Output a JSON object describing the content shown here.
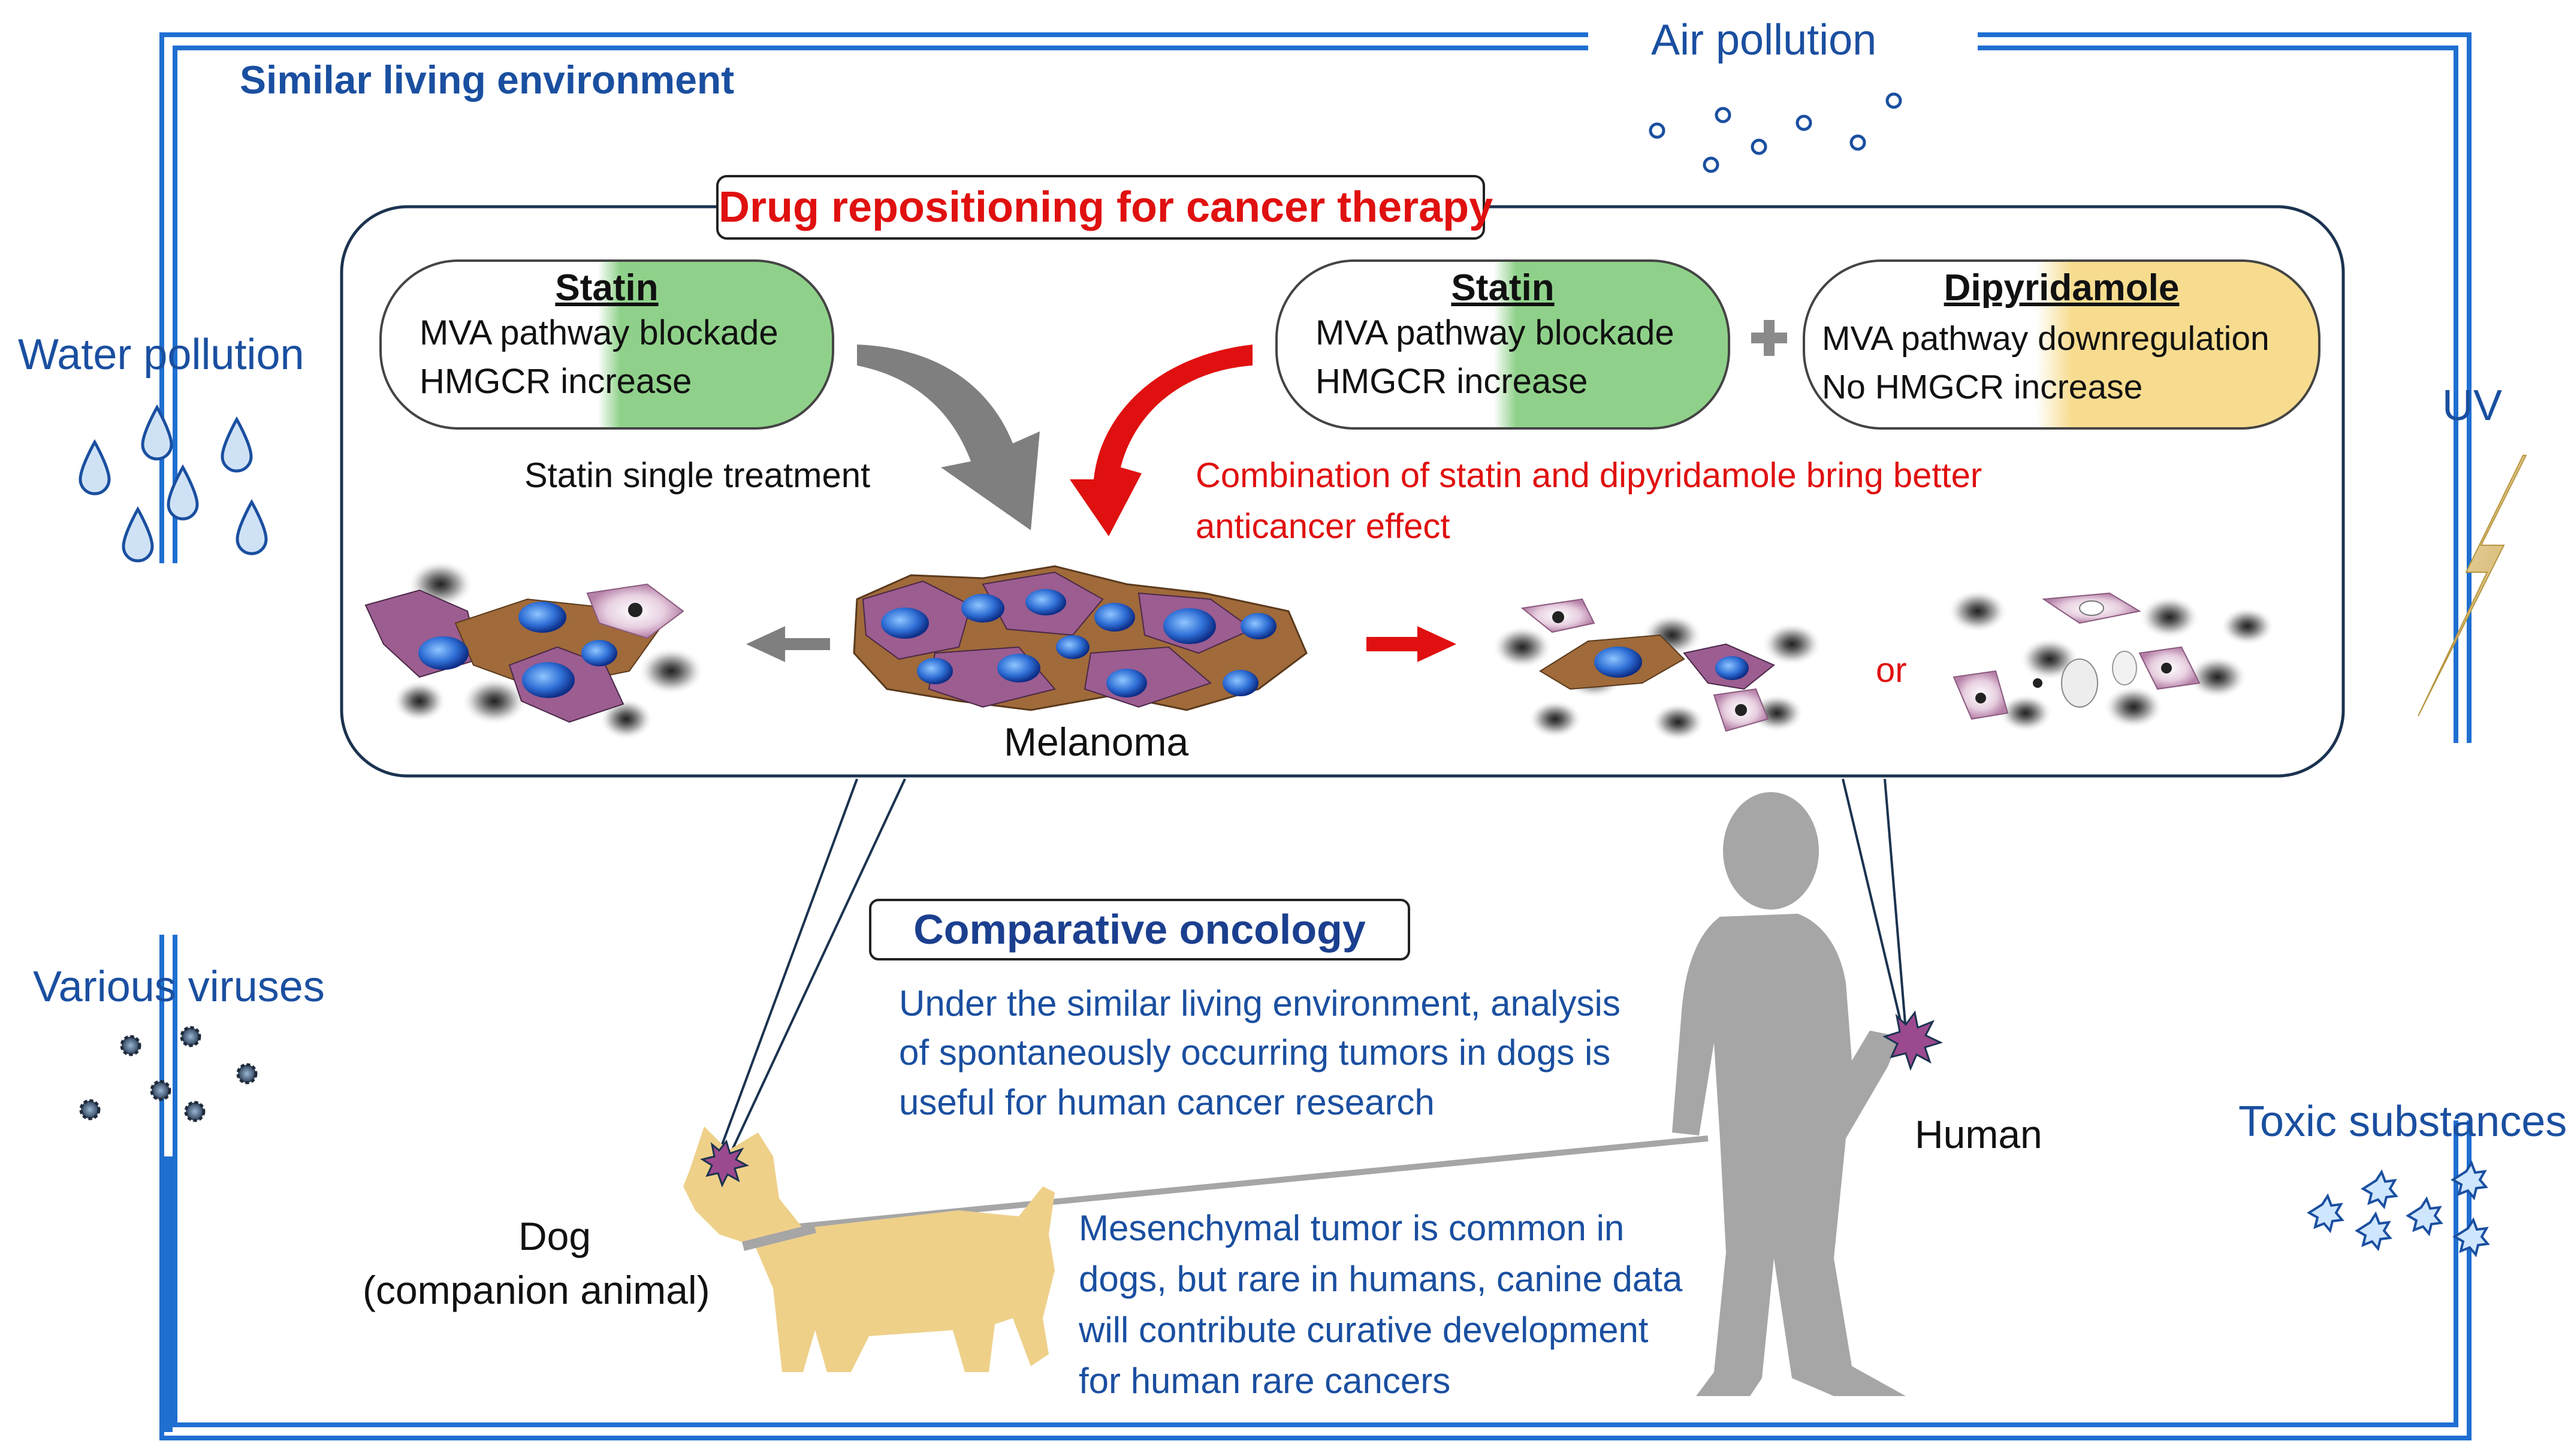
{
  "labels": {
    "similar_env": "Similar living environment",
    "air_pollution": "Air pollution",
    "water_pollution": "Water pollution",
    "uv": "UV",
    "various_viruses": "Various viruses",
    "toxic_substances": "Toxic substances",
    "drug_repositioning": "Drug repositioning for cancer therapy",
    "statin_single": "Statin single treatment",
    "combination_line1": "Combination of statin and dipyridamole bring better",
    "combination_line2": "anticancer effect",
    "melanoma": "Melanoma",
    "or": "or",
    "comparative_oncology": "Comparative oncology",
    "comparative_line1": "Under the similar living environment, analysis",
    "comparative_line2": "of spontaneously occurring tumors in dogs is",
    "comparative_line3": "useful for human cancer research",
    "dog_line1": "Dog",
    "dog_line2": "(companion animal)",
    "human": "Human",
    "mesenchymal_line1": "Mesenchymal tumor is common in",
    "mesenchymal_line2": "dogs, but rare in humans, canine data",
    "mesenchymal_line3": "will contribute curative development",
    "mesenchymal_line4": "for human rare cancers"
  },
  "pills": {
    "statin_left": {
      "title": "Statin",
      "line1": "MVA pathway blockade",
      "line2": "HMGCR increase"
    },
    "statin_right": {
      "title": "Statin",
      "line1": "MVA pathway blockade",
      "line2": "HMGCR increase"
    },
    "dipyridamole": {
      "title": "Dipyridamole",
      "line1": "MVA pathway downregulation",
      "line2": "No HMGCR increase"
    }
  },
  "colors": {
    "frame_blue": "#1f6fd1",
    "text_blue": "#1a4fa0",
    "red": "#e01010",
    "green_fill": "#8fd18a",
    "yellow_fill": "#f7dc8f",
    "dog_fill": "#eed089",
    "human_fill": "#a6a6a6",
    "cell_purple": "#9c5d90",
    "cell_brown": "#a06a3a",
    "nucleus_blue": "#2f6fd6"
  }
}
